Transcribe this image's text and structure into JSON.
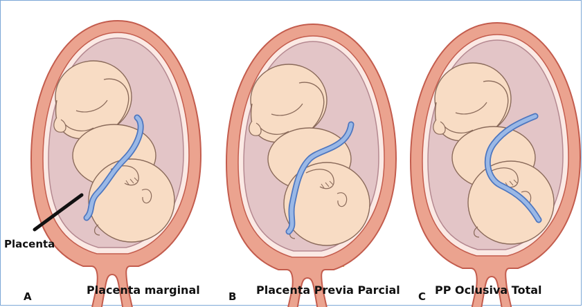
{
  "figure": {
    "placenta_label": "Placenta",
    "panels": [
      {
        "letter": "A",
        "caption": "Placenta marginal"
      },
      {
        "letter": "B",
        "caption": "Placenta Previa Parcial"
      },
      {
        "letter": "C",
        "caption": "PP Oclusiva Total"
      }
    ]
  },
  "colors": {
    "uterus_wall": "#eba38f",
    "uterus_outline": "#c35c4d",
    "amniotic_fluid": "#e3c5c7",
    "fetus_skin": "#f8dcc4",
    "fetus_outline": "#8a6a5a",
    "placenta": "#f2c54e",
    "umbilical_cord": "#9ab8e6",
    "cord_outline": "#4d76bf"
  }
}
